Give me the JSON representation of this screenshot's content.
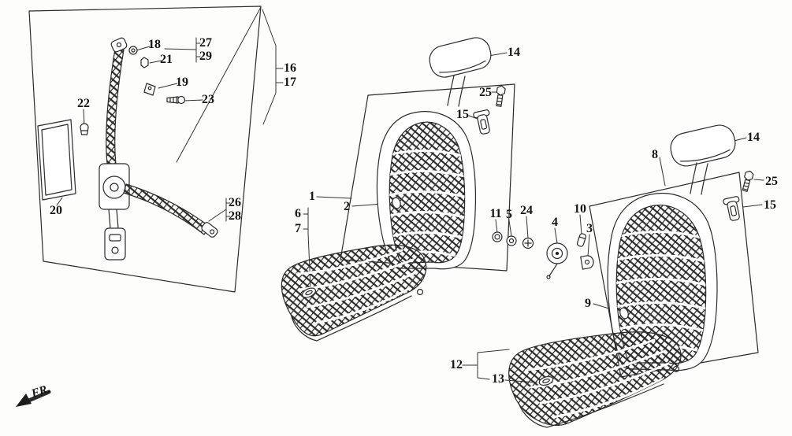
{
  "diagram": {
    "fr_label": "FR.",
    "callouts": [
      {
        "label": "1"
      },
      {
        "label": "2"
      },
      {
        "label": "3"
      },
      {
        "label": "4"
      },
      {
        "label": "5"
      },
      {
        "label": "6"
      },
      {
        "label": "7"
      },
      {
        "label": "8"
      },
      {
        "label": "9"
      },
      {
        "label": "10"
      },
      {
        "label": "11"
      },
      {
        "label": "12"
      },
      {
        "label": "13"
      },
      {
        "label": "14"
      },
      {
        "label": "14"
      },
      {
        "label": "15"
      },
      {
        "label": "15"
      },
      {
        "label": "16"
      },
      {
        "label": "17"
      },
      {
        "label": "18"
      },
      {
        "label": "19"
      },
      {
        "label": "20"
      },
      {
        "label": "21"
      },
      {
        "label": "22"
      },
      {
        "label": "23"
      },
      {
        "label": "24"
      },
      {
        "label": "25"
      },
      {
        "label": "25"
      },
      {
        "label": "26"
      },
      {
        "label": "27"
      },
      {
        "label": "28"
      },
      {
        "label": "29"
      }
    ]
  }
}
